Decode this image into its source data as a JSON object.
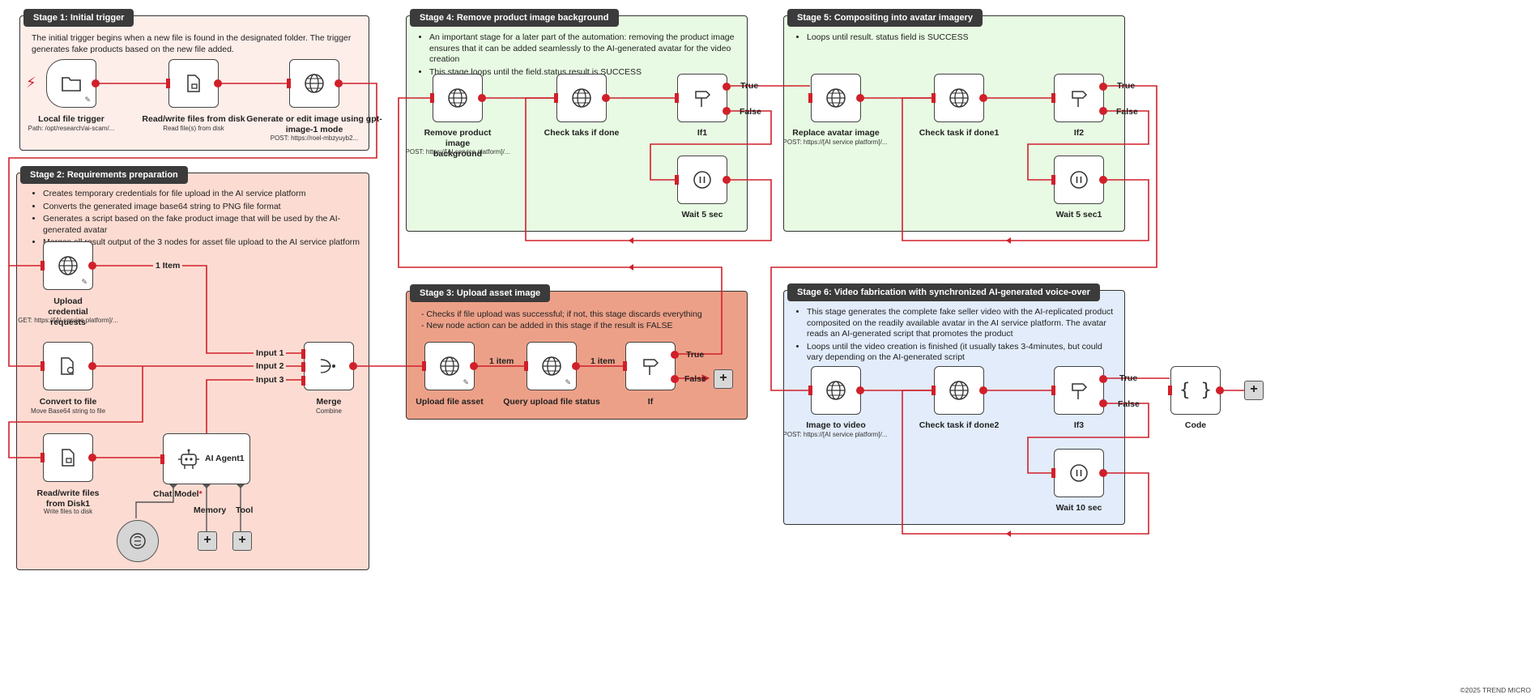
{
  "stages": {
    "s1": {
      "title": "Stage 1: Initial trigger",
      "desc": "The initial trigger begins when a new file is found in the designated folder. The trigger generates fake products based on the new file added."
    },
    "s2": {
      "title": "Stage 2: Requirements preparation",
      "bullets": [
        "Creates temporary credentials for file upload in the AI service platform",
        "Converts the generated image base64 string to PNG file format",
        "Generates a script based on the fake product image that will be used by the AI-generated avatar",
        "Merges all result output of the 3 nodes for asset file upload to the AI service platform"
      ]
    },
    "s3": {
      "title": "Stage 3: Upload asset image",
      "lines": [
        "- Checks if file upload was successful; if not, this stage discards everything",
        "- New node action can be added in this stage if the result is FALSE"
      ]
    },
    "s4": {
      "title": "Stage 4: Remove product image background",
      "bullets": [
        "An important stage for a later part of the automation: removing the product image ensures that it can be added seamlessly to the AI-generated avatar for the video creation",
        "This stage loops until the field.status result is SUCCESS"
      ]
    },
    "s5": {
      "title": "Stage 5: Compositing into avatar imagery",
      "bullets": [
        "Loops until result. status field is SUCCESS"
      ]
    },
    "s6": {
      "title": "Stage 6: Video fabrication with synchronized AI-generated voice-over",
      "bullets": [
        "This stage generates the complete fake seller video with the AI-replicated product composited on the readily available avatar in the AI service platform. The avatar reads an AI-generated script that promotes the product",
        "Loops until the video creation is finished (it usually takes 3-4minutes, but could vary depending on the AI-generated script"
      ]
    }
  },
  "nodes": {
    "local_trigger": {
      "label": "Local file trigger",
      "sub": "Path: /opt/research/ai-scam/..."
    },
    "rw_files": {
      "label": "Read/write files from disk",
      "sub": "Read file(s) from disk"
    },
    "gen_image": {
      "label": "Generate or edit image using gpt-image-1 mode",
      "sub": "POST: https://roel-mbzyuyb2..."
    },
    "upload_cred": {
      "label": "Upload credential requests",
      "sub": "GET: https://[AI service platform]/..."
    },
    "convert_file": {
      "label": "Convert to file",
      "sub": "Move Base64 string to file"
    },
    "rw_disk1": {
      "label": "Read/write files from Disk1",
      "sub": "Write files to disk"
    },
    "ai_agent": {
      "label": "AI Agent1"
    },
    "merge": {
      "label": "Merge",
      "sub": "Combine"
    },
    "upload_asset": {
      "label": "Upload file asset"
    },
    "query_status": {
      "label": "Query upload file status"
    },
    "if0": {
      "label": "If"
    },
    "remove_bg": {
      "label": "Remove product image background",
      "sub": "POST: https://[AI service platform]/..."
    },
    "check_done": {
      "label": "Check taks if done"
    },
    "if1": {
      "label": "If1"
    },
    "wait1": {
      "label": "Wait 5 sec"
    },
    "replace_avatar": {
      "label": "Replace avatar image",
      "sub": "POST: https://[AI service platform]/..."
    },
    "check_done1": {
      "label": "Check task if done1"
    },
    "if2": {
      "label": "If2"
    },
    "wait2": {
      "label": "Wait 5 sec1"
    },
    "img_to_video": {
      "label": "Image to video",
      "sub": "POST: https://[AI service platform]/..."
    },
    "check_done2": {
      "label": "Check task if done2"
    },
    "if3": {
      "label": "If3"
    },
    "wait3": {
      "label": "Wait 10 sec"
    },
    "code": {
      "label": "Code"
    }
  },
  "edges": {
    "one_item": "1 Item",
    "input1": "Input 1",
    "input2": "Input 2",
    "input3": "Input 3",
    "item_a": "1 item",
    "item_b": "1 item",
    "true_label": "True",
    "false_label": "False",
    "chat_model": "Chat Model",
    "required_mark": "*",
    "memory": "Memory",
    "tool": "Tool"
  },
  "icons": {
    "plus": "+",
    "code_braces": "{ }",
    "trigger_bolt": "⚡",
    "pin": "📌"
  },
  "colors": {
    "accent": "#d0202a",
    "s1_bg": "#fdeeea",
    "s2_bg": "#fcdcd2",
    "s3_bg": "#eda088",
    "s4_bg": "#e8fae3",
    "s5_bg": "#e8fae3",
    "s6_bg": "#e2ecfb"
  },
  "footer": "©2025 TREND MICRO"
}
